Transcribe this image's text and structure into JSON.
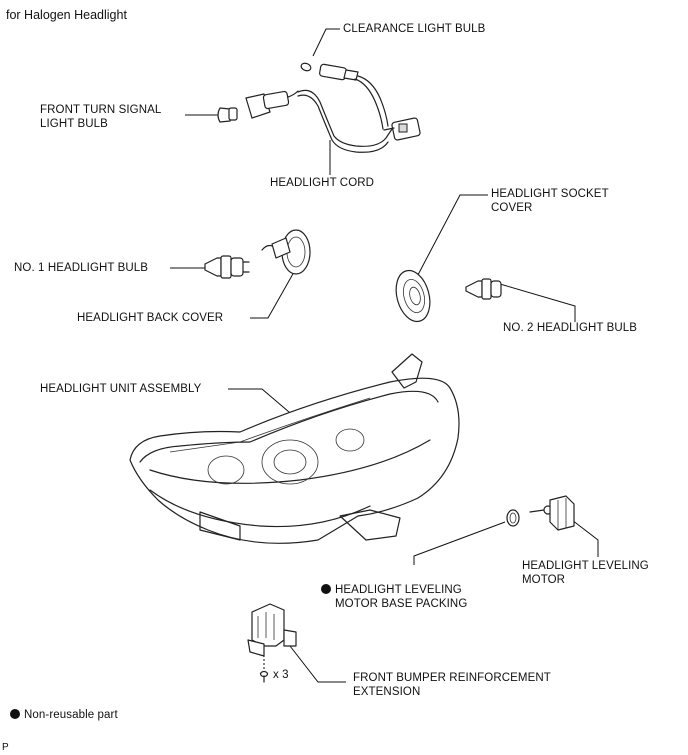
{
  "title": "for Halogen Headlight",
  "labels": {
    "clearance_light_bulb": "CLEARANCE LIGHT BULB",
    "front_turn_signal_line1": "FRONT TURN SIGNAL",
    "front_turn_signal_line2": "LIGHT BULB",
    "headlight_cord": "HEADLIGHT CORD",
    "socket_cover_line1": "HEADLIGHT SOCKET",
    "socket_cover_line2": "COVER",
    "no1_headlight_bulb": "NO. 1 HEADLIGHT BULB",
    "headlight_back_cover": "HEADLIGHT BACK COVER",
    "no2_headlight_bulb": "NO. 2 HEADLIGHT BULB",
    "headlight_unit_assembly": "HEADLIGHT UNIT ASSEMBLY",
    "leveling_motor_line1": "HEADLIGHT LEVELING",
    "leveling_motor_line2": "MOTOR",
    "packing_line1": "HEADLIGHT LEVELING",
    "packing_line2": "MOTOR BASE PACKING",
    "screw_count": "x 3",
    "bumper_ext_line1": "FRONT BUMPER REINFORCEMENT",
    "bumper_ext_line2": "EXTENSION"
  },
  "legend": {
    "non_reusable": "Non-reusable part"
  },
  "corner_mark": "P"
}
